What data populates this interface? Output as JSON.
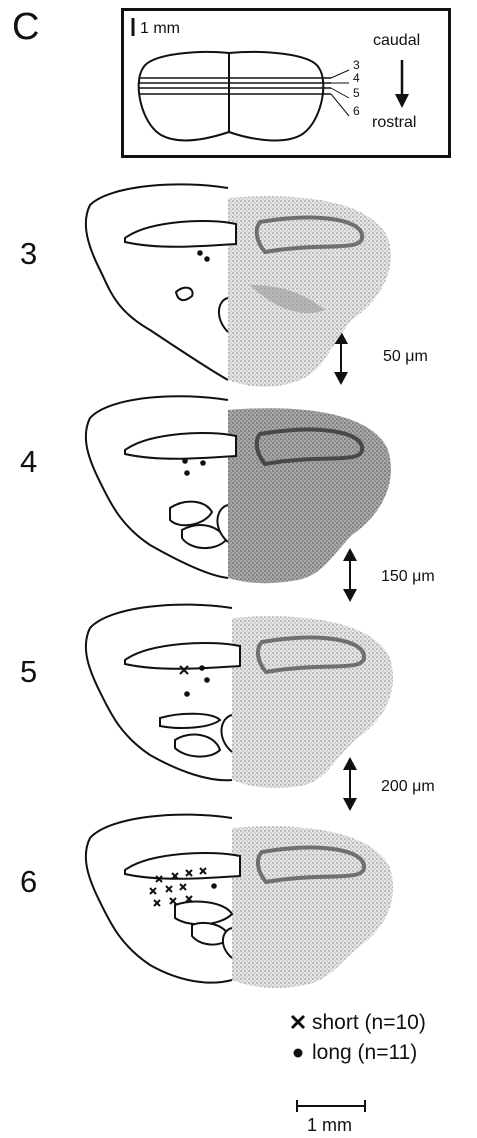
{
  "panel_label": "C",
  "inset": {
    "scale_label": "1 mm",
    "plane_labels": [
      "3",
      "4",
      "5",
      "6"
    ],
    "direction_top": "caudal",
    "direction_bottom": "rostral",
    "arrow_icon": "down-arrow-icon"
  },
  "sections": [
    {
      "label": "3",
      "gap_after": "50 μm",
      "texture": "#cfcfcf"
    },
    {
      "label": "4",
      "gap_after": "150 μm",
      "texture": "#9a9a9a"
    },
    {
      "label": "5",
      "gap_after": "200 μm",
      "texture": "#c8c8c8"
    },
    {
      "label": "6",
      "gap_after": "",
      "texture": "#bdbdbd"
    }
  ],
  "legend": {
    "short_label": "short (n=10)",
    "long_label": "long (n=11)",
    "short_marker": "cross-icon",
    "long_marker": "dot-icon"
  },
  "scale_bar": {
    "label": "1 mm"
  },
  "colors": {
    "ink": "#111111",
    "background": "#ffffff"
  }
}
